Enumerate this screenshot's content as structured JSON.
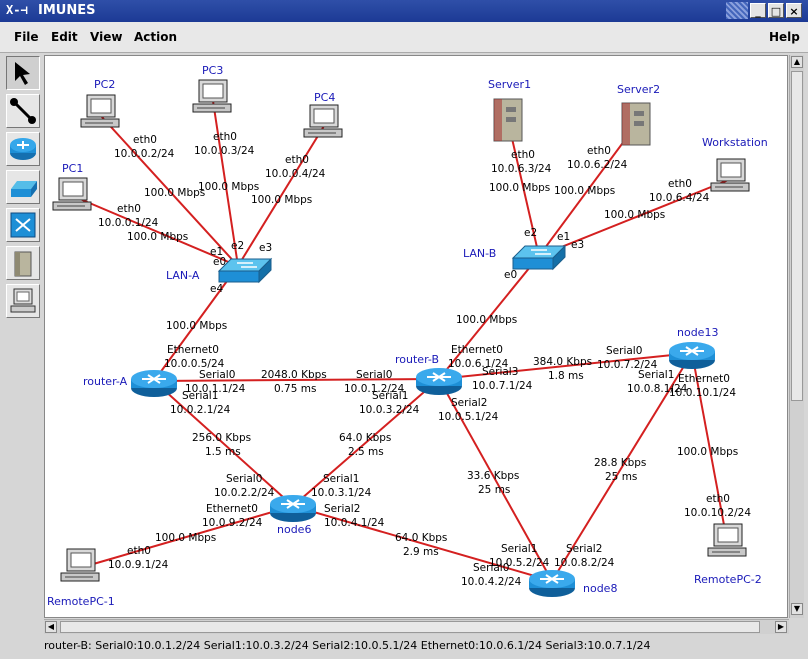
{
  "window": {
    "title": "IMUNES",
    "app_icon": "X-⊣",
    "buttons": [
      "minimize",
      "maximize",
      "close"
    ]
  },
  "menu": {
    "file": "File",
    "edit": "Edit",
    "view": "View",
    "action": "Action",
    "help": "Help"
  },
  "tools": [
    {
      "name": "select-tool",
      "icon": "arrow-icon",
      "active": true
    },
    {
      "name": "link-tool",
      "icon": "link-icon"
    },
    {
      "name": "router-tool",
      "icon": "router-icon"
    },
    {
      "name": "hub-tool",
      "icon": "hub-icon"
    },
    {
      "name": "switch-tool",
      "icon": "switch-icon"
    },
    {
      "name": "host-tool",
      "icon": "host-icon"
    },
    {
      "name": "pc-tool",
      "icon": "pc-icon"
    }
  ],
  "colors": {
    "link": "#d42020",
    "label": "#000000",
    "node_label": "#1a1ab8",
    "router": "#1e8fd6",
    "switch": "#2ba3d8"
  },
  "nodes": {
    "pc2": "PC2",
    "pc3": "PC3",
    "pc4": "PC4",
    "pc1": "PC1",
    "server1": "Server1",
    "server2": "Server2",
    "workstation": "Workstation",
    "lan_a": "LAN-A",
    "lan_b": "LAN-B",
    "router_a": "router-A",
    "router_b": "router-B",
    "node13": "node13",
    "node6": "node6",
    "node8": "node8",
    "remotepc1": "RemotePC-1",
    "remotepc2": "RemotePC-2"
  },
  "labels": {
    "pc2_if": "eth0",
    "pc2_ip": "10.0.0.2/24",
    "pc2_bw": "100.0 Mbps",
    "pc3_if": "eth0",
    "pc3_ip": "10.0.0.3/24",
    "pc3_bw": "100.0 Mbps",
    "pc4_if": "eth0",
    "pc4_ip": "10.0.0.4/24",
    "pc4_bw": "100.0 Mbps",
    "pc1_if": "eth0",
    "pc1_ip": "10.0.0.1/24",
    "pc1_bw": "100.0 Mbps",
    "lana_e0": "e0",
    "lana_e1": "e1",
    "lana_e2": "e2",
    "lana_e3": "e3",
    "lana_e4": "e4",
    "lana_bw": "100.0 Mbps",
    "s1_if": "eth0",
    "s1_ip": "10.0.6.3/24",
    "s1_bw": "100.0 Mbps",
    "s2_if": "eth0",
    "s2_ip": "10.0.6.2/24",
    "s2_bw": "100.0 Mbps",
    "ws_if": "eth0",
    "ws_ip": "10.0.6.4/24",
    "ws_bw": "100.0 Mbps",
    "lanb_e0": "e0",
    "lanb_e1": "e1",
    "lanb_e2": "e2",
    "lanb_e3": "e3",
    "lanb_bw": "100.0 Mbps",
    "ra_eth_if": "Ethernet0",
    "ra_eth_ip": "10.0.0.5/24",
    "ra_s0_if": "Serial0",
    "ra_s0_ip": "10.0.1.1/24",
    "ra_s1_if": "Serial1",
    "ra_s1_ip": "10.0.2.1/24",
    "ab_bw": "2048.0 Kbps",
    "ab_delay": "0.75 ms",
    "rb_eth_if": "Ethernet0",
    "rb_eth_ip": "10.0.6.1/24",
    "rb_s0_if": "Serial0",
    "rb_s0_ip": "10.0.1.2/24",
    "rb_s1_if": "Serial1",
    "rb_s1_ip": "10.0.3.2/24",
    "rb_s3_if": "Serial3",
    "rb_s3_ip": "10.0.7.1/24",
    "rb_s2_if": "Serial2",
    "rb_s2_ip": "10.0.5.1/24",
    "b13_bw": "384.0 Kbps",
    "b13_delay": "1.8 ms",
    "n13_s0_if": "Serial0",
    "n13_s0_ip": "10.0.7.2/24",
    "n13_s1_if": "Serial1",
    "n13_s1_ip": "10.0.8.1/24",
    "n13_eth_if": "Ethernet0",
    "n13_eth_ip": "10.0.10.1/24",
    "a6_bw": "256.0 Kbps",
    "a6_delay": "1.5 ms",
    "b6_bw": "64.0 Kbps",
    "b6_delay": "2.5 ms",
    "b8_bw": "33.6 Kbps",
    "b8_delay": "25 ms",
    "n138_bw": "28.8 Kbps",
    "n138_delay": "25 ms",
    "n13r_bw": "100.0 Mbps",
    "rpc2_if": "eth0",
    "rpc2_ip": "10.0.10.2/24",
    "n6_s0_if": "Serial0",
    "n6_s0_ip": "10.0.2.2/24",
    "n6_s1_if": "Serial1",
    "n6_s1_ip": "10.0.3.1/24",
    "n6_eth_if": "Ethernet0",
    "n6_eth_ip": "10.0.9.2/24",
    "n6_s2_if": "Serial2",
    "n6_s2_ip": "10.0.4.1/24",
    "n6r_bw": "100.0 Mbps",
    "rpc1_if": "eth0",
    "rpc1_ip": "10.0.9.1/24",
    "n68_bw": "64.0 Kbps",
    "n68_delay": "2.9 ms",
    "n8_s1_if": "Serial1",
    "n8_s1_ip": "10.0.5.2/24",
    "n8_s0_if": "Serial0",
    "n8_s0_ip": "10.0.4.2/24",
    "n8_s2_if": "Serial2",
    "n8_s2_ip": "10.0.8.2/24"
  },
  "status": "router-B: Serial0:10.0.1.2/24 Serial1:10.0.3.2/24 Serial2:10.0.5.1/24 Ethernet0:10.0.6.1/24 Serial3:10.0.7.1/24"
}
